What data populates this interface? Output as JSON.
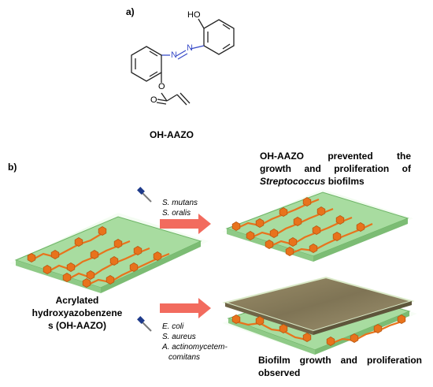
{
  "panel_a": {
    "label": "a)",
    "structure": {
      "hydroxyl_label": "HO",
      "azo_n1": "N",
      "azo_n2": "N",
      "ester_o": "O",
      "carbonyl_o": "O"
    },
    "compound_name": "OH-AAZO"
  },
  "panel_b": {
    "label": "b)",
    "left_label": [
      "Acrylated",
      "hydroxyazobenzene",
      "s (OH-AAZO)"
    ],
    "top_species": [
      "S. mutans",
      "S. oralis"
    ],
    "bottom_species": [
      "E. coli",
      "S. aureus",
      "A. actinomycetem-",
      "comitans"
    ],
    "top_result": {
      "line1": "OH-AAZO prevented the",
      "line2": "growth and proliferation of",
      "line3_italic": "Streptococcus",
      "line3_rest": " biofilms"
    },
    "bottom_result": {
      "line1": "Biofilm growth and proliferation",
      "line2": "observed"
    },
    "colors": {
      "slab_green": "#a8dca0",
      "polymer_orange": "#e8731c",
      "arrow_red": "#f26b5e",
      "biofilm_brown": "#8b7d5a"
    }
  }
}
